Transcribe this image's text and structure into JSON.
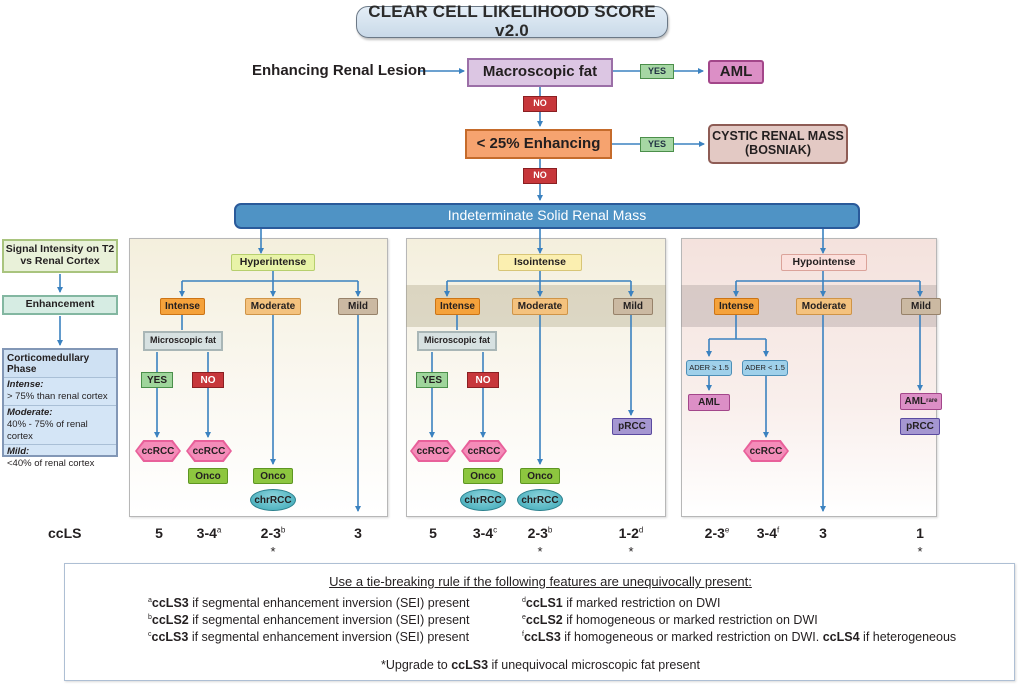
{
  "title": "CLEAR CELL LIKELIHOOD SCORE v2.0",
  "flow_top": {
    "start_label": "Enhancing Renal Lesion",
    "macroscopic_fat": "Macroscopic fat",
    "yes_label": "YES",
    "no_label": "NO",
    "aml": "AML",
    "enhancing_lt25": "< 25% Enhancing",
    "cystic_line1": "CYSTIC RENAL MASS",
    "cystic_line2": "(BOSNIAK)",
    "indeterminate": "Indeterminate  Solid Renal Mass"
  },
  "legend": {
    "signal": "Signal Intensity on T2 vs Renal Cortex",
    "enhancement": "Enhancement",
    "cm_title": "Corticomedullary Phase",
    "cm_intense_term": "Intense:",
    "cm_intense_def": "> 75% than renal cortex",
    "cm_moderate_term": "Moderate:",
    "cm_moderate_def": "40% - 75% of renal cortex",
    "cm_mild_term": "Mild:",
    "cm_mild_def": "<40% of renal cortex"
  },
  "labels": {
    "intense": "Intense",
    "moderate": "Moderate",
    "mild": "Mild",
    "microscopic_fat": "Microscopic fat",
    "yes": "YES",
    "no": "NO",
    "ccrcc": "ccRCC",
    "onco": "Onco",
    "chrrcc": "chrRCC",
    "prcc": "pRCC",
    "aml": "AML",
    "aml_rare_main": "AML",
    "aml_rare_sub": "rare",
    "ader_ge": "ADER ≥ 1.5",
    "ader_lt": "ADER < 1.5"
  },
  "panels": {
    "hyper": "Hyperintense",
    "iso": "Isointense",
    "hypo": "Hypointense"
  },
  "scores": {
    "label": "ccLS",
    "items": [
      {
        "value": "5",
        "sup": ""
      },
      {
        "value": "3-4",
        "sup": "a"
      },
      {
        "value": "2-3",
        "sup": "b"
      },
      {
        "value": "3",
        "sup": ""
      },
      {
        "value": "5",
        "sup": ""
      },
      {
        "value": "3-4",
        "sup": "c"
      },
      {
        "value": "2-3",
        "sup": "b"
      },
      {
        "value": "1-2",
        "sup": "d"
      },
      {
        "value": "2-3",
        "sup": "e"
      },
      {
        "value": "3-4",
        "sup": "f"
      },
      {
        "value": "3",
        "sup": ""
      },
      {
        "value": "1",
        "sup": ""
      }
    ],
    "star": "*"
  },
  "tiebreak": {
    "heading": "Use a tie-breaking rule if the following features are unequivocally present:",
    "notes": [
      {
        "sup": "a",
        "bold": "ccLS3",
        "text": " if segmental enhancement inversion (SEI) present"
      },
      {
        "sup": "b",
        "bold": "ccLS2",
        "text": " if segmental enhancement inversion (SEI) present"
      },
      {
        "sup": "c",
        "bold": "ccLS3",
        "text": " if segmental enhancement inversion (SEI) present"
      },
      {
        "sup": "d",
        "bold": "ccLS1",
        "text": " if marked restriction on DWI"
      },
      {
        "sup": "e",
        "bold": "ccLS2",
        "text": " if homogeneous or marked restriction on DWI"
      },
      {
        "sup": "f",
        "bold": "ccLS3",
        "text": " if homogeneous or marked restriction on DWI. ",
        "bold2": "ccLS4",
        "text2": " if heterogeneous"
      }
    ],
    "upgrade_pre": "*Upgrade to ",
    "upgrade_bold": "ccLS3",
    "upgrade_post": " if unequivocal microscopic fat present"
  }
}
